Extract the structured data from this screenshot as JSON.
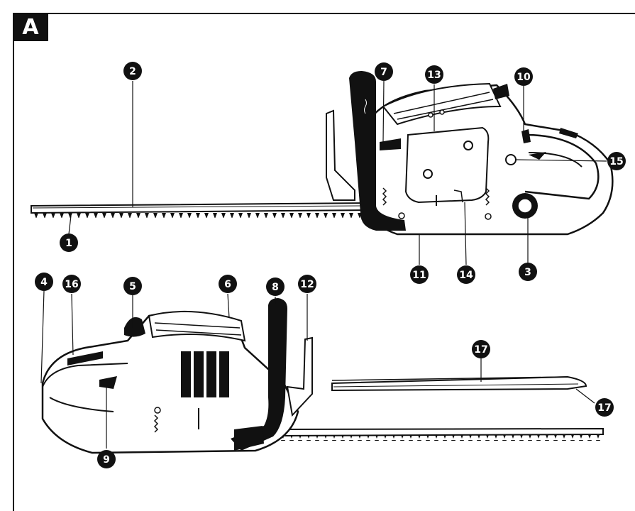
{
  "panel": {
    "label": "A"
  },
  "callouts": [
    {
      "id": "c1",
      "label": "1"
    },
    {
      "id": "c2",
      "label": "2"
    },
    {
      "id": "c3",
      "label": "3"
    },
    {
      "id": "c4",
      "label": "4"
    },
    {
      "id": "c5",
      "label": "5"
    },
    {
      "id": "c6",
      "label": "6"
    },
    {
      "id": "c7",
      "label": "7"
    },
    {
      "id": "c8",
      "label": "8"
    },
    {
      "id": "c9",
      "label": "9"
    },
    {
      "id": "c10",
      "label": "10"
    },
    {
      "id": "c11",
      "label": "11"
    },
    {
      "id": "c12",
      "label": "12"
    },
    {
      "id": "c13",
      "label": "13"
    },
    {
      "id": "c14",
      "label": "14"
    },
    {
      "id": "c15",
      "label": "15"
    },
    {
      "id": "c16",
      "label": "16"
    },
    {
      "id": "c17a",
      "label": "17"
    },
    {
      "id": "c17b",
      "label": "17"
    }
  ],
  "colors": {
    "ink": "#111111",
    "paper": "#ffffff"
  }
}
